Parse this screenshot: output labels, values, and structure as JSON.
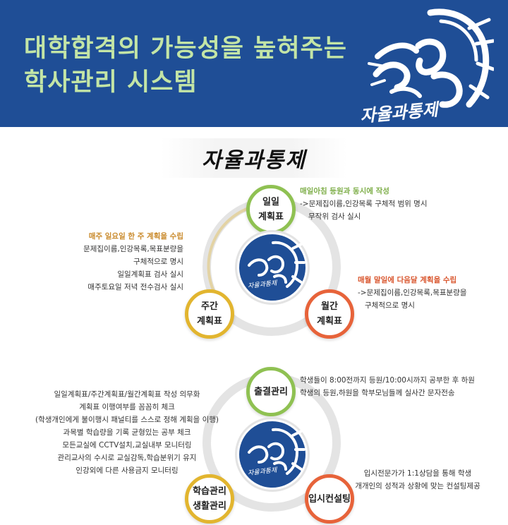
{
  "header": {
    "headline_line1": "대학합격의 가능성을 높혀주는",
    "headline_line2": "학사관리 시스템",
    "logo_caption": "자율과통제"
  },
  "section1": {
    "title": "자율과통제",
    "daily": {
      "node_line1": "일일",
      "node_line2": "계획표",
      "heading": "매일아침 등원과 동시에 작성",
      "lines": [
        "->문제집이름,인강목록 구체적 범위 명시",
        "무작위 검사 실시"
      ]
    },
    "weekly": {
      "node_line1": "주간",
      "node_line2": "계획표",
      "heading": "매주 일요일 한 주 계획을 수립",
      "lines": [
        "문제집이름,인강목록,목표분량을",
        "구체적으로 명시",
        "일일계획표 검사 실시",
        "매주토요일 저녁 전수검사 실시"
      ]
    },
    "monthly": {
      "node_line1": "월간",
      "node_line2": "계획표",
      "heading": "매월 말일에 다음달 계획을 수립",
      "lines": [
        "->문제집이름,인강목록,목표분량을",
        "구체적으로 명시"
      ]
    },
    "hub_caption": "자율과통제"
  },
  "section2": {
    "attendance": {
      "node_label": "출결관리",
      "lines": [
        "학생들이 8:00전까지 등원/10:00시까지 공부한 후 하원",
        "학생의 등원,하원을 학부모님들께 실사간 문자전송"
      ]
    },
    "study": {
      "node_line1": "학습관리",
      "node_line2": "생활관리",
      "lines": [
        "일일계획표/주간계획표/월간계획표 작성 의무화",
        "계획표 이행여부를 꼼꼼히 체크",
        "(학생개인에게 불이행시 패널티를 스스로 정해 계획을 이행)",
        "과목별 학습량을 기록 균형있는 공부 체크",
        "모든교실에 CCTV설치,교실내부 모니터링",
        "관리교사의 수시로 교실감독,학습분위기 유지",
        "인강외에 다른 사용금지 모니터링"
      ]
    },
    "consult": {
      "node_label": "입시컨설팅",
      "lines": [
        "입시전문가가 1:1상담을 통해 학생",
        "개개인의 성적과 상황에 맞는 컨설팅제공"
      ]
    },
    "hub_caption": "자율과통제"
  },
  "colors": {
    "header_bg": "#1f4e96",
    "headline": "#c3e5a6",
    "green": "#8fc152",
    "yellow": "#e2b52f",
    "orange": "#e7633a"
  }
}
